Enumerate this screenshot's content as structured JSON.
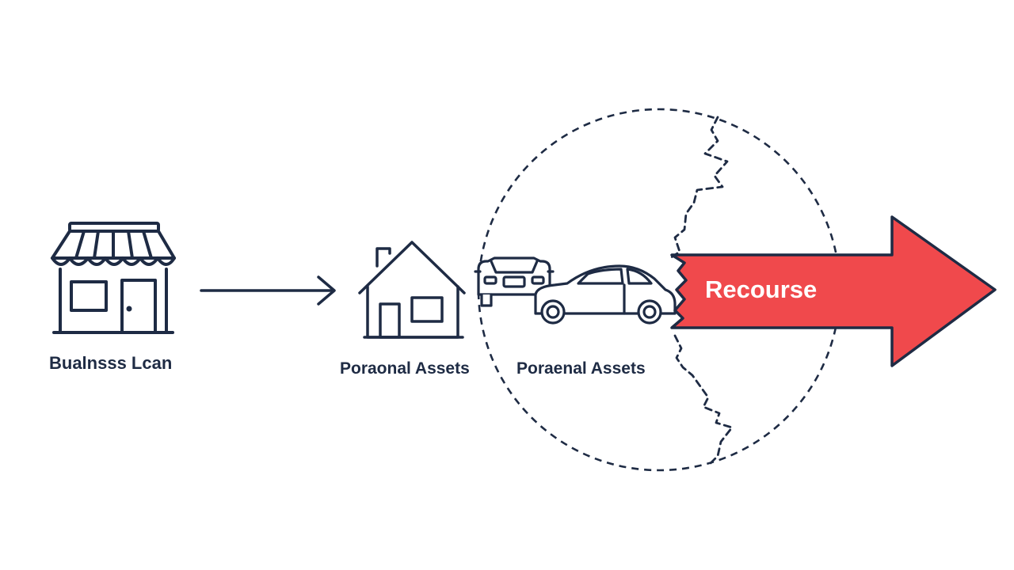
{
  "diagram": {
    "labels": {
      "business_loan": "Bualnsss Lcan",
      "personal_assets_house": "Poraonal Assets",
      "personal_assets_cars": "Poraenal Assets",
      "recourse": "Recourse"
    },
    "icons": {
      "storefront": "storefront-icon",
      "house": "house-icon",
      "car_front": "car-front-icon",
      "car_side": "car-side-icon",
      "flow_arrow": "arrow-right-icon",
      "recourse_arrow": "arrow-right-icon"
    },
    "colors": {
      "stroke": "#1e2b44",
      "recourse_fill": "#f0494c",
      "label_text": "#1e2b44",
      "recourse_text": "#ffffff"
    }
  }
}
